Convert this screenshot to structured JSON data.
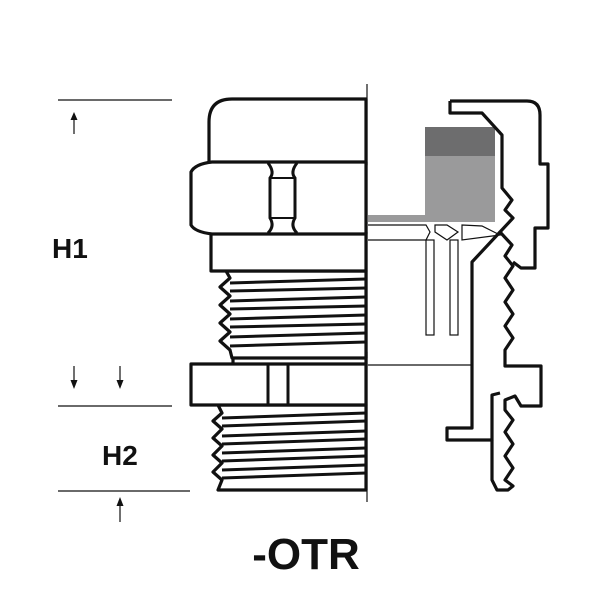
{
  "labels": {
    "h1": "H1",
    "h2": "H2",
    "title": "-OTR"
  },
  "colors": {
    "outline": "#111111",
    "seal_dark": "#6d6d6e",
    "seal_light": "#9a9a9b",
    "background": "#ffffff"
  }
}
